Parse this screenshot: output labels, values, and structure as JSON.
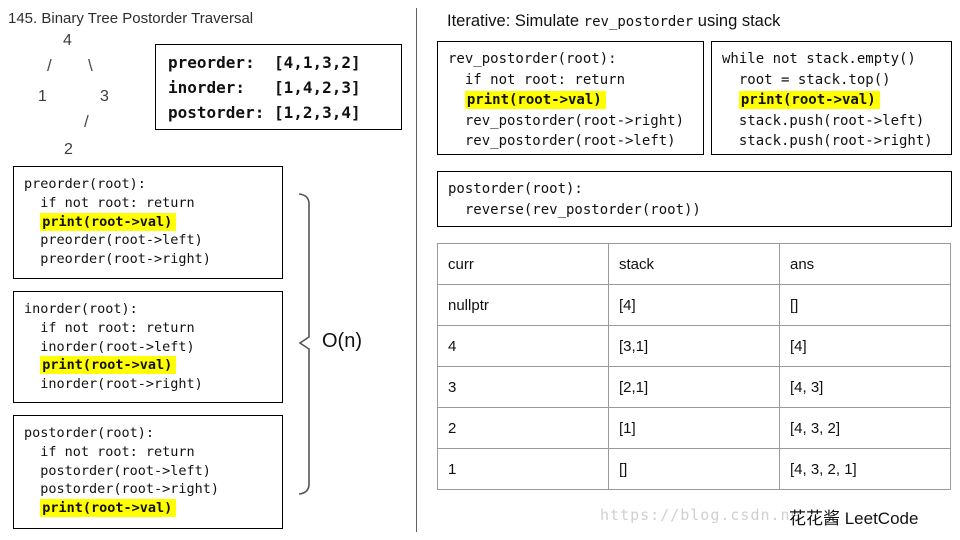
{
  "page": {
    "title": "145. Binary Tree Postorder Traversal",
    "complexity_label": "O(n)",
    "right_header": {
      "prefix": "Iterative: Simulate ",
      "code": "rev_postorder",
      "suffix": " using stack"
    },
    "watermark": "https://blog.csdn.ne",
    "brand": "花花酱 LeetCode"
  },
  "tree": {
    "nodes": [
      "4",
      "1",
      "3",
      "2"
    ],
    "edges": [
      "/",
      "\\",
      "/"
    ]
  },
  "code_boxes": [
    {
      "name": "traversal-summary",
      "lines": [
        {
          "t": "preorder:  [4,1,3,2]"
        },
        {
          "t": "inorder:   [1,4,2,3]"
        },
        {
          "t": "postorder: [1,2,3,4]"
        }
      ]
    },
    {
      "name": "preorder-recursive",
      "lines": [
        {
          "t": "preorder(root):"
        },
        {
          "t": "  if not root: return"
        },
        {
          "t": "  print(root->val)",
          "hl": true
        },
        {
          "t": "  preorder(root->left)"
        },
        {
          "t": "  preorder(root->right)"
        }
      ]
    },
    {
      "name": "inorder-recursive",
      "lines": [
        {
          "t": "inorder(root):"
        },
        {
          "t": "  if not root: return"
        },
        {
          "t": "  inorder(root->left)"
        },
        {
          "t": "  print(root->val)",
          "hl": true
        },
        {
          "t": "  inorder(root->right)"
        }
      ]
    },
    {
      "name": "postorder-recursive",
      "lines": [
        {
          "t": "postorder(root):"
        },
        {
          "t": "  if not root: return"
        },
        {
          "t": "  postorder(root->left)"
        },
        {
          "t": "  postorder(root->right)"
        },
        {
          "t": "  print(root->val)",
          "hl": true
        }
      ]
    },
    {
      "name": "rev-postorder-recursive",
      "lines": [
        {
          "t": "rev_postorder(root):"
        },
        {
          "t": "  if not root: return"
        },
        {
          "t": "  print(root->val)",
          "hl": true
        },
        {
          "t": "  rev_postorder(root->right)"
        },
        {
          "t": "  rev_postorder(root->left)"
        }
      ]
    },
    {
      "name": "stack-loop",
      "lines": [
        {
          "t": "while not stack.empty()"
        },
        {
          "t": "  root = stack.top()"
        },
        {
          "t": "  print(root->val)",
          "hl": true
        },
        {
          "t": "  stack.push(root->left)"
        },
        {
          "t": "  stack.push(root->right)"
        }
      ]
    },
    {
      "name": "postorder-reverse",
      "lines": [
        {
          "t": "postorder(root):"
        },
        {
          "t": "  reverse(rev_postorder(root))"
        }
      ]
    }
  ],
  "table": {
    "headers": [
      "curr",
      "stack",
      "ans"
    ],
    "rows": [
      [
        "nullptr",
        "[4]",
        "[]"
      ],
      [
        "4",
        "[3,1]",
        "[4]"
      ],
      [
        "3",
        "[2,1]",
        "[4, 3]"
      ],
      [
        "2",
        "[1]",
        "[4, 3, 2]"
      ],
      [
        "1",
        "[]",
        "[4, 3, 2, 1]"
      ]
    ]
  }
}
